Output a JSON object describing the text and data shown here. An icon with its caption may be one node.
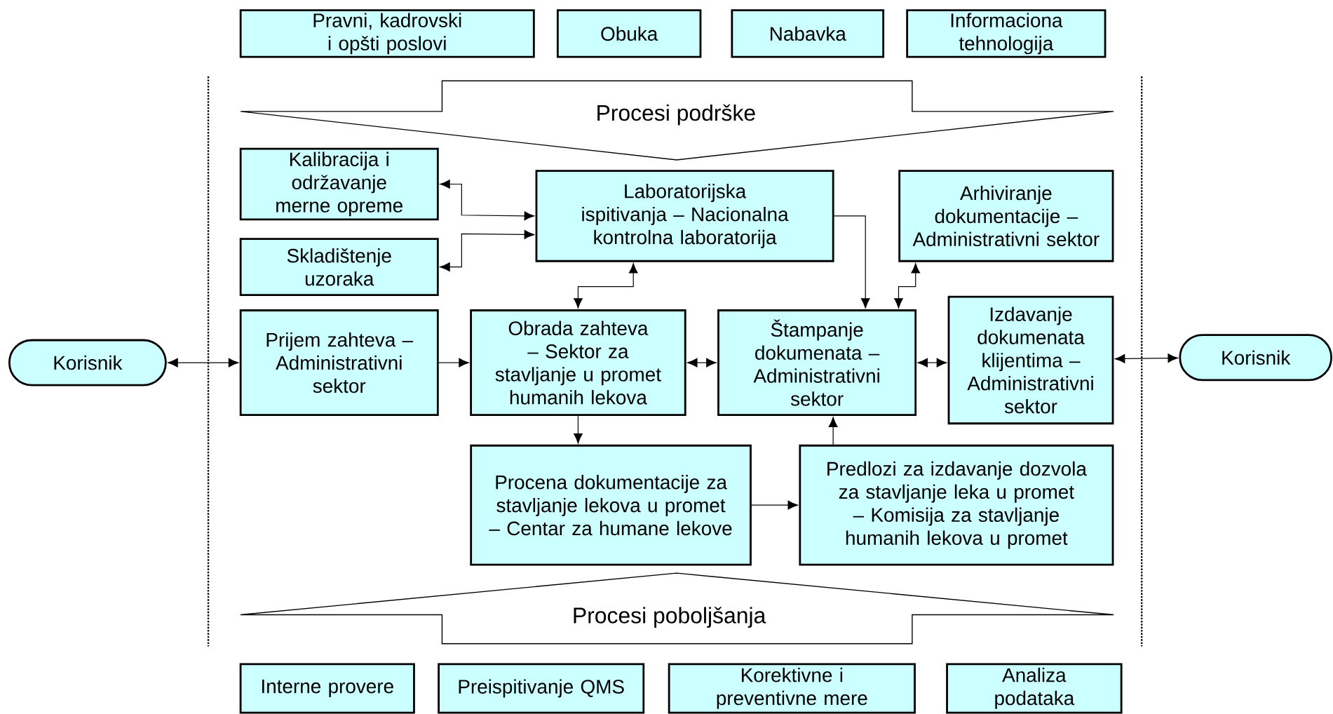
{
  "diagram": {
    "nodes": [
      {
        "text": [
          "Pravni, kadrovski i opšti poslovi"
        ]
      },
      {
        "text": [
          "Obuka"
        ]
      },
      {
        "text": [
          "Nabavka"
        ]
      },
      {
        "text": [
          "Informaciona tehnologija"
        ]
      },
      {
        "text": [
          "Procesi podrške"
        ]
      },
      {
        "text": [
          "Kalibracija i održavanje merne opreme"
        ]
      },
      {
        "text": [
          "Laboratorijska ispitivanja – Nacionalna kontrolna laboratorija"
        ]
      },
      {
        "text": [
          "Arhiviranje dokumentacije – Administrativni sektor"
        ]
      },
      {
        "text": [
          "Skladištenje uzoraka"
        ]
      },
      {
        "text": [
          "Korisnik"
        ]
      },
      {
        "text": [
          "Prijem zahteva – Administrativni sektor"
        ]
      },
      {
        "text": [
          "Obrada zahteva – Sektor za stavljanje u promet humanih lekova"
        ]
      },
      {
        "text": [
          "Štampanje dokumenata – Administrativni sektor"
        ]
      },
      {
        "text": [
          "Izdavanje dokumenata klijentima – Administrativni sektor"
        ]
      },
      {
        "text": [
          "Korisnik"
        ]
      },
      {
        "text": [
          "Procena dokumentacije za stavljanje lekova u promet – Centar za humane lekove"
        ]
      },
      {
        "text": [
          "Predlozi za izdavanje dozvola za stavljanje leka u promet – Komisija za stavljanje humanih lekova u promet"
        ]
      },
      {
        "text": [
          "Procesi poboljšanja"
        ]
      },
      {
        "text": [
          "Interne provere"
        ]
      },
      {
        "text": [
          "Preispitivanje QMS"
        ]
      },
      {
        "text": [
          "Korektivne i preventivne mere"
        ]
      },
      {
        "text": [
          "Analiza podataka"
        ]
      }
    ],
    "edges": [
      {
        "from": 6,
        "to": 5,
        "arrow": "both"
      },
      {
        "from": 6,
        "to": 8,
        "arrow": "both"
      },
      {
        "from": 6,
        "to": 11,
        "arrow": "both"
      },
      {
        "from": 6,
        "to": 12,
        "arrow": "to"
      },
      {
        "from": 12,
        "to": 7,
        "arrow": "both"
      },
      {
        "from": 9,
        "to": 10,
        "arrow": "both"
      },
      {
        "from": 10,
        "to": 11,
        "arrow": "to"
      },
      {
        "from": 11,
        "to": 12,
        "arrow": "both"
      },
      {
        "from": 12,
        "to": 13,
        "arrow": "both"
      },
      {
        "from": 13,
        "to": 14,
        "arrow": "both"
      },
      {
        "from": 11,
        "to": 15,
        "arrow": "to"
      },
      {
        "from": 15,
        "to": 16,
        "arrow": "to"
      },
      {
        "from": 16,
        "to": 12,
        "arrow": "to"
      }
    ]
  }
}
